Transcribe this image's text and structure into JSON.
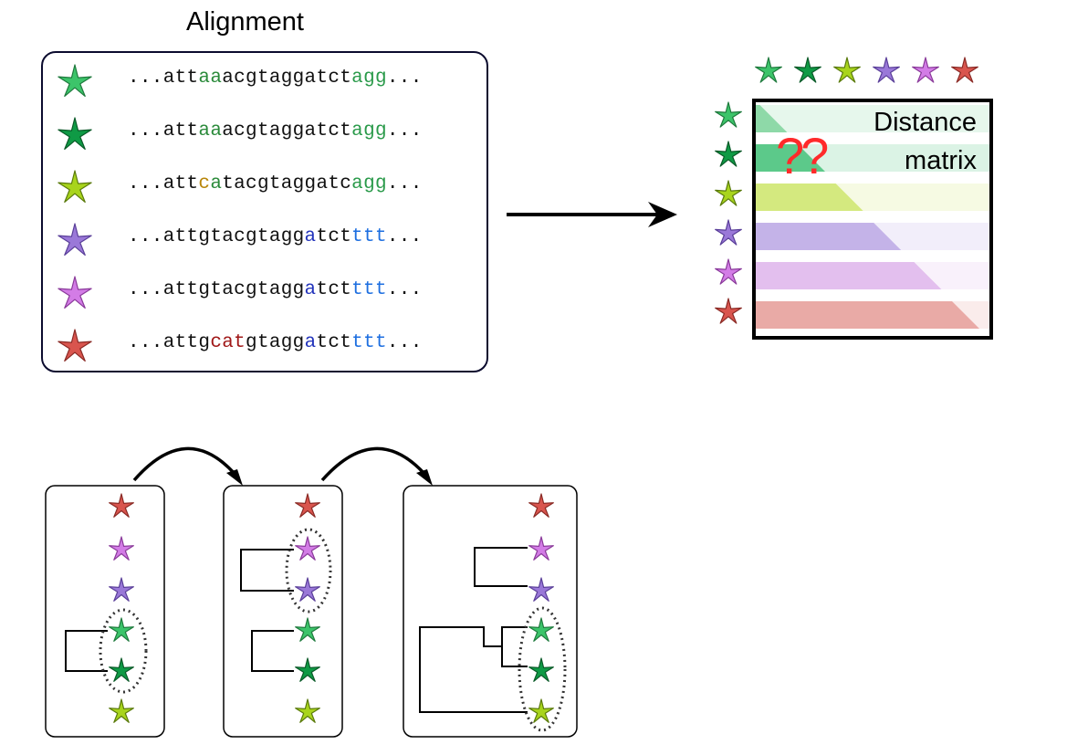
{
  "alignment": {
    "title": "Alignment",
    "rows": [
      {
        "species": "green-light",
        "segments": [
          {
            "t": "...att",
            "c": "#111111"
          },
          {
            "t": "aa",
            "c": "#2a8a3a"
          },
          {
            "t": "acgtaggatct",
            "c": "#111111"
          },
          {
            "t": "agg",
            "c": "#2a9a4a"
          },
          {
            "t": "...",
            "c": "#111111"
          }
        ]
      },
      {
        "species": "green-dark",
        "segments": [
          {
            "t": "...att",
            "c": "#111111"
          },
          {
            "t": "aa",
            "c": "#2a8a3a"
          },
          {
            "t": "acgtaggatct",
            "c": "#111111"
          },
          {
            "t": "agg",
            "c": "#2a9a4a"
          },
          {
            "t": "...",
            "c": "#111111"
          }
        ]
      },
      {
        "species": "yellow-green",
        "segments": [
          {
            "t": "...att",
            "c": "#111111"
          },
          {
            "t": "c",
            "c": "#b8860b"
          },
          {
            "t": "a",
            "c": "#2a8a3a"
          },
          {
            "t": "tacgtaggatc",
            "c": "#111111"
          },
          {
            "t": "agg",
            "c": "#2a9a4a"
          },
          {
            "t": "...",
            "c": "#111111"
          }
        ]
      },
      {
        "species": "purple",
        "segments": [
          {
            "t": "...attgtacgtagg",
            "c": "#111111"
          },
          {
            "t": "a",
            "c": "#2233bb"
          },
          {
            "t": "tct",
            "c": "#111111"
          },
          {
            "t": "ttt",
            "c": "#1e6fe0"
          },
          {
            "t": "...",
            "c": "#111111"
          }
        ]
      },
      {
        "species": "magenta",
        "segments": [
          {
            "t": "...attgtacgtagg",
            "c": "#111111"
          },
          {
            "t": "a",
            "c": "#2233bb"
          },
          {
            "t": "tct",
            "c": "#111111"
          },
          {
            "t": "ttt",
            "c": "#1e6fe0"
          },
          {
            "t": "...",
            "c": "#111111"
          }
        ]
      },
      {
        "species": "red",
        "segments": [
          {
            "t": "...attg",
            "c": "#111111"
          },
          {
            "t": "cat",
            "c": "#a01818"
          },
          {
            "t": "gtagg",
            "c": "#111111"
          },
          {
            "t": "a",
            "c": "#2233bb"
          },
          {
            "t": "tct",
            "c": "#111111"
          },
          {
            "t": "ttt",
            "c": "#1e6fe0"
          },
          {
            "t": "...",
            "c": "#111111"
          }
        ]
      }
    ]
  },
  "species_colors": {
    "green-light": {
      "fill": "#3cc46a",
      "stroke": "#1f7a3d"
    },
    "green-dark": {
      "fill": "#0f9a45",
      "stroke": "#0a5a28"
    },
    "yellow-green": {
      "fill": "#a8d41c",
      "stroke": "#5a7a0c"
    },
    "purple": {
      "fill": "#9a78d8",
      "stroke": "#5a3f99"
    },
    "magenta": {
      "fill": "#d37ce6",
      "stroke": "#8a3a9a"
    },
    "red": {
      "fill": "#d9554e",
      "stroke": "#8a2a25"
    }
  },
  "matrix": {
    "label_line1": "Distance",
    "label_line2": "matrix",
    "unknown_marks": "??",
    "band_colors": [
      "#8ed9a8",
      "#5cc98a",
      "#d4e97f",
      "#c4b3e8",
      "#e3bfee",
      "#e9aaa6"
    ],
    "band_fill_fractions": [
      0.14,
      0.3,
      0.46,
      0.62,
      0.79,
      0.95
    ]
  },
  "tree_steps": [
    {
      "order": [
        "red",
        "magenta",
        "purple",
        "green-light",
        "green-dark",
        "yellow-green"
      ]
    },
    {
      "order": [
        "red",
        "magenta",
        "purple",
        "green-light",
        "green-dark",
        "yellow-green"
      ]
    },
    {
      "order": [
        "red",
        "magenta",
        "purple",
        "green-light",
        "green-dark",
        "yellow-green"
      ]
    }
  ]
}
